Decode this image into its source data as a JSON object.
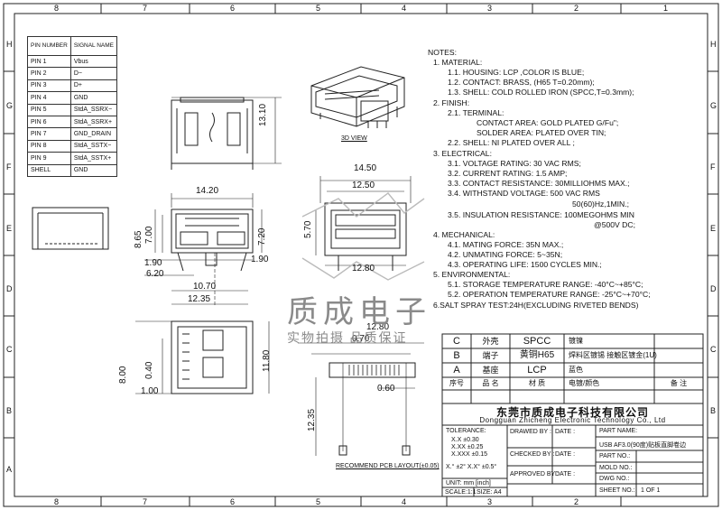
{
  "frame": {
    "top_numbers": [
      "8",
      "7",
      "6",
      "5",
      "4",
      "3",
      "2",
      "1"
    ],
    "side_letters": [
      "H",
      "G",
      "F",
      "E",
      "D",
      "C",
      "B",
      "A"
    ]
  },
  "pin_table": {
    "headers": [
      "PIN NUMBER",
      "SIGNAL NAME"
    ],
    "rows": [
      [
        "PIN 1",
        "Vbus"
      ],
      [
        "PIN 2",
        "D−"
      ],
      [
        "PIN 3",
        "D+"
      ],
      [
        "PIN 4",
        "GND"
      ],
      [
        "PIN 5",
        "StdA_SSRX−"
      ],
      [
        "PIN 6",
        "StdA_SSRX+"
      ],
      [
        "PIN 7",
        "GND_DRAIN"
      ],
      [
        "PIN 8",
        "StdA_SSTX−"
      ],
      [
        "PIN 9",
        "StdA_SSTX+"
      ],
      [
        "SHELL",
        "GND"
      ]
    ]
  },
  "view_label": "3D VIEW",
  "dimensions": {
    "d1310": "13.10",
    "d1420": "14.20",
    "d865": "8.65",
    "d700": "7.00",
    "d720": "7.20",
    "d190a": "1.90",
    "d190b": "1.90",
    "d620": "6.20",
    "d1070": "10.70",
    "d1235": "12.35",
    "d1450": "14.50",
    "d1250": "12.50",
    "d570": "5.70",
    "d1280a": "12.80",
    "d800": "8.00",
    "d040": "0.40",
    "d100": "1.00",
    "d1180": "11.80",
    "d1280b": "12.80",
    "d070": "0.70",
    "d060": "0.60",
    "d1235b": "12.35"
  },
  "notes": [
    "NOTES:",
    "1.  MATERIAL:",
    "1.1. HOUSING: LCP ,COLOR IS BLUE;",
    "1.2. CONTACT: BRASS, (H65 T=0.20mm);",
    "1.3. SHELL: COLD ROLLED IRON (SPCC,T=0.3mm);",
    "2.  FINISH:",
    "2.1. TERMINAL:",
    "CONTACT AREA: GOLD PLATED G/Fu\";",
    "SOLDER AREA: PLATED OVER TIN;",
    "2.2. SHELL: NI PLATED OVER ALL ;",
    "3.  ELECTRICAL:",
    "3.1. VOLTAGE RATING: 30 VAC RMS;",
    "3.2. CURRENT RATING: 1.5 AMP;",
    "3.3. CONTACT RESISTANCE: 30MILLIOHMS MAX.;",
    "3.4. WITHSTAND VOLTAGE: 500 VAC RMS",
    "50(60)Hz,1MIN.;",
    "3.5. INSULATION RESISTANCE: 100MEGOHMS MIN",
    "@500V DC;",
    "4.  MECHANICAL:",
    "4.1. MATING FORCE: 35N MAX.;",
    "4.2. UNMATING FORCE: 5~35N;",
    "4.3. OPERATING LIFE: 1500 CYCLES MIN.;",
    "5.  ENVIRONMENTAL:",
    "5.1. STORAGE TEMPERATURE RANGE: -40°C~+85°C;",
    "5.2. OPERATION TEMPERATURE RANGE: -25°C~+70°C;",
    "6.SALT SPRAY TEST:24H(EXCLUDING RIVETED BENDS)"
  ],
  "watermark": {
    "line1": "质成电子",
    "line2": "实物拍摄 品质保证"
  },
  "materials": {
    "rows": [
      {
        "id": "C",
        "part": "外壳",
        "mat": "SPCC",
        "plate": "镀镍"
      },
      {
        "id": "B",
        "part": "端子",
        "mat": "黄铜H65",
        "plate": "焊料区镀锡  接触区镀金(1U)"
      },
      {
        "id": "A",
        "part": "基座",
        "mat": "LCP",
        "plate": "蓝色"
      }
    ],
    "header": {
      "seq": "序号",
      "name": "品 名",
      "mat": "材 质",
      "plate": "电镀/颜色",
      "remark": "备 注"
    }
  },
  "company": {
    "cn": "东莞市质成电子科技有限公司",
    "en": "Dongguan Zhicheng Electronic Technology Co., Ltd"
  },
  "title_block": {
    "tolerance": "TOLERANCE:",
    "tol_lines": [
      "X.X  ±0.30",
      "X.XX  ±0.25",
      "X.XXX  ±0.15"
    ],
    "angle": "X.° ±2°   X.X° ±0.5°",
    "unit": "UNIT: mm [inch]",
    "scale": "SCALE:1:1",
    "size": "SIZE: A4",
    "drawn_by": "DRAWED BY :",
    "date": "DATE :",
    "checked_by": "CHECKED BY :",
    "approved_by": "APPROVED BY :",
    "part_name": "PART NAME:",
    "part_value": "USB AF3.0(90度)贴板直脚卷边",
    "part_no": "PART NO.:",
    "mold_no": "MOLD NO.:",
    "dwg_no": "DWG NO.:",
    "sheet_no": "SHEET NO.:",
    "sheet_value": "1 OF 1"
  },
  "pcb_caption": "RECOMMEND PCB LAYOUT(±0.05)"
}
